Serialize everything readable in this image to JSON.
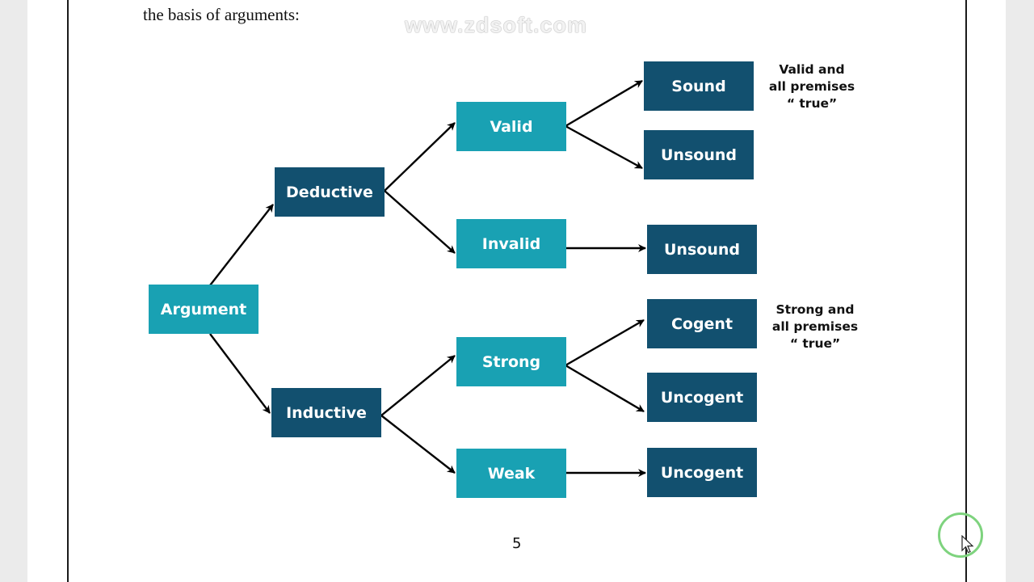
{
  "document": {
    "intro_text": "the basis of arguments:",
    "watermark": "www.zdsoft.com",
    "page_number": "5"
  },
  "diagram": {
    "nodes": {
      "argument": "Argument",
      "deductive": "Deductive",
      "inductive": "Inductive",
      "valid": "Valid",
      "invalid": "Invalid",
      "strong": "Strong",
      "weak": "Weak",
      "sound": "Sound",
      "unsound_valid": "Unsound",
      "unsound_invalid": "Unsound",
      "cogent": "Cogent",
      "uncogent_strong": "Uncogent",
      "uncogent_weak": "Uncogent"
    },
    "notes": {
      "sound": [
        "Valid and",
        "all premises",
        "“ true”"
      ],
      "cogent": [
        "Strong and",
        "all premises",
        "“ true”"
      ]
    },
    "colors": {
      "dark": "#12506f",
      "light": "#19a1b3",
      "arrow": "#000000"
    }
  }
}
